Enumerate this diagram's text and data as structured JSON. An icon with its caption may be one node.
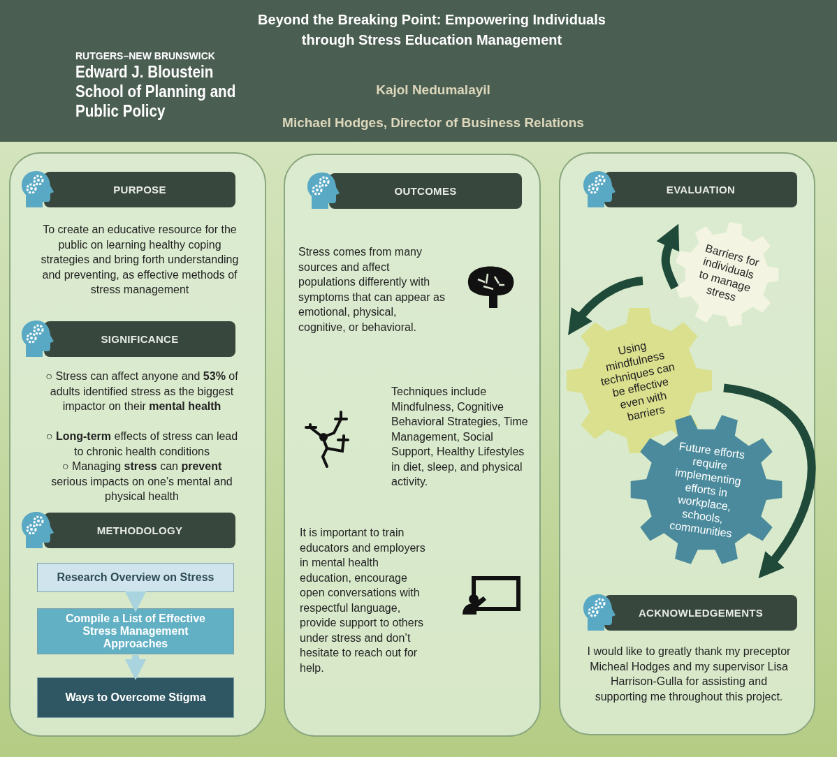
{
  "diagram": {
    "title": "Beyond the Breaking Point: Empowering Individuals through Stress Education Management",
    "nodes": [
      {
        "text": [],
        "shape": "box"
      },
      {
        "text": [
          "PURPOSE"
        ],
        "in": 0
      },
      {
        "text": [
          "SIGNIFICANCE"
        ],
        "in": 0
      },
      {
        "text": [
          "METHODOLOGY"
        ],
        "in": 0
      },
      {
        "text": [
          "Research Overview on Stress"
        ],
        "in": 0
      },
      {
        "text": [
          "Compile a List of Effective Stress Management Approaches"
        ],
        "in": 0
      },
      {
        "text": [
          "Ways to Overcome Stigma"
        ],
        "in": 0
      },
      {
        "text": [],
        "shape": "box"
      },
      {
        "text": [
          "OUTCOMES"
        ],
        "in": 7
      },
      {
        "text": [],
        "shape": "box"
      },
      {
        "text": [
          "EVALUATION"
        ],
        "in": 9
      },
      {
        "text": [
          "Barriers for individuals to manage stress"
        ],
        "in": 9
      },
      {
        "text": [
          "Using mindfulness techniques can be effective even with barriers"
        ],
        "in": 9
      },
      {
        "text": [
          "Future efforts require implementing efforts in workplace, schools, communities"
        ],
        "in": 9
      },
      {
        "text": [
          "ACKNOWLEDGEMENTS"
        ],
        "in": 9
      }
    ],
    "edges": [
      {
        "from": 4,
        "to": 5,
        "arrow": "to",
        "color": "#a9d3de"
      },
      {
        "from": 5,
        "to": 6,
        "arrow": "to",
        "color": "#a9d3de"
      },
      {
        "from": null,
        "to": 11,
        "arrow": "to"
      },
      {
        "from": null,
        "to": 12,
        "arrow": "to"
      },
      {
        "from": 12,
        "to": 14,
        "arrow": "to"
      }
    ],
    "labels": [
      "RUTGERS–NEW BRUNSWICK",
      "Edward J. Bloustein School of Planning and Public Policy",
      "Kajol Nedumalayil",
      "Michael Hodges, Director of Business Relations",
      "To create an educative resource for the public on learning healthy coping strategies and bring forth understanding and preventing, as effective methods of stress management",
      "○ Stress can affect anyone and **53%** of adults identified stress as the biggest impactor on their **mental health**",
      "○ **Long-term** effects of stress can lead to chronic health conditions",
      "○ Managing **stress** can **prevent** serious impacts on one’s mental and physical health",
      "Stress comes from many sources and affect populations differently with symptoms that can appear as emotional, physical, cognitive, or behavioral.",
      "Techniques include Mindfulness, Cognitive Behavioral Strategies, Time Management, Social Support, Healthy Lifestyles in diet, sleep, and physical activity.",
      "It is important to train educators and employers in mental health education, encourage open conversations with respectful language, provide support to others under stress and don’t hesitate to reach out for help.",
      "I would like to greatly thank my preceptor Micheal Hodges and my supervisor Lisa Harrison-Gulla for assisting and supporting me throughout this project."
    ]
  }
}
